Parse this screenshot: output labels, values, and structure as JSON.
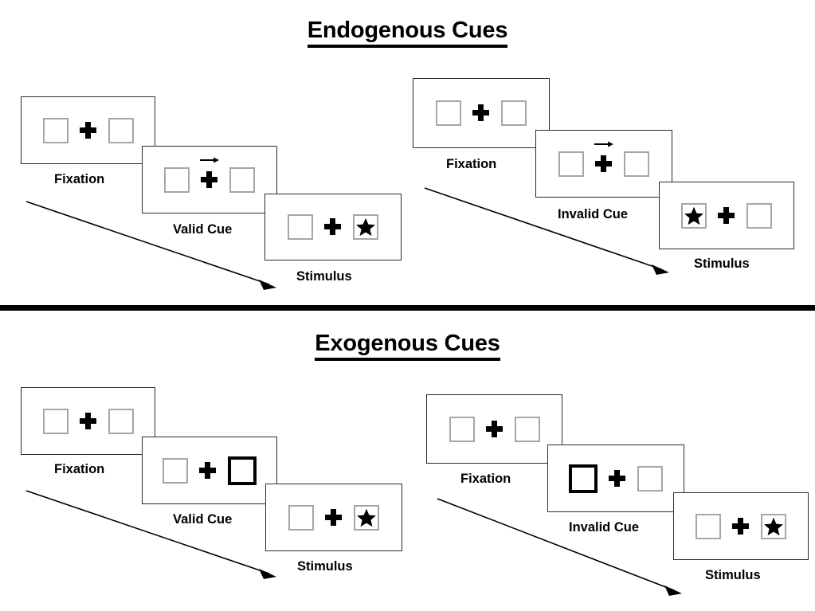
{
  "sections": [
    {
      "id": "endogenous",
      "title": "Endogenous Cues",
      "sequences": [
        {
          "id": "endogenous-valid",
          "frames": [
            {
              "caption": "Fixation",
              "cue": "none",
              "target": "none"
            },
            {
              "caption": "Valid Cue",
              "cue": "arrow-right",
              "target": "none"
            },
            {
              "caption": "Stimulus",
              "cue": "none",
              "target": "right"
            }
          ]
        },
        {
          "id": "endogenous-invalid",
          "frames": [
            {
              "caption": "Fixation",
              "cue": "none",
              "target": "none"
            },
            {
              "caption": "Invalid Cue",
              "cue": "arrow-right",
              "target": "none"
            },
            {
              "caption": "Stimulus",
              "cue": "none",
              "target": "left"
            }
          ]
        }
      ]
    },
    {
      "id": "exogenous",
      "title": "Exogenous Cues",
      "sequences": [
        {
          "id": "exogenous-valid",
          "frames": [
            {
              "caption": "Fixation",
              "cue": "none",
              "target": "none"
            },
            {
              "caption": "Valid Cue",
              "cue": "box-right",
              "target": "none"
            },
            {
              "caption": "Stimulus",
              "cue": "none",
              "target": "right"
            }
          ]
        },
        {
          "id": "exogenous-invalid",
          "frames": [
            {
              "caption": "Fixation",
              "cue": "none",
              "target": "none"
            },
            {
              "caption": "Invalid Cue",
              "cue": "box-left",
              "target": "none"
            },
            {
              "caption": "Stimulus",
              "cue": "none",
              "target": "right"
            }
          ]
        }
      ]
    }
  ],
  "labels": {
    "fixation": "Fixation",
    "valid_cue": "Valid Cue",
    "invalid_cue": "Invalid Cue",
    "stimulus": "Stimulus"
  },
  "icons": {
    "fixation_cross": "plus-cross-icon",
    "cue_arrow": "right-arrow-icon",
    "target_star": "black-star-icon",
    "flow_arrow": "diagonal-arrow-icon"
  },
  "colors": {
    "background": "#ffffff",
    "ink": "#000000",
    "panel_border": "#2b2b2b",
    "box_border": "#a6a6a6",
    "cued_box_border": "#000000",
    "divider": "#000000"
  },
  "titles": {
    "endogenous": "Endogenous Cues",
    "exogenous": "Exogenous Cues"
  }
}
